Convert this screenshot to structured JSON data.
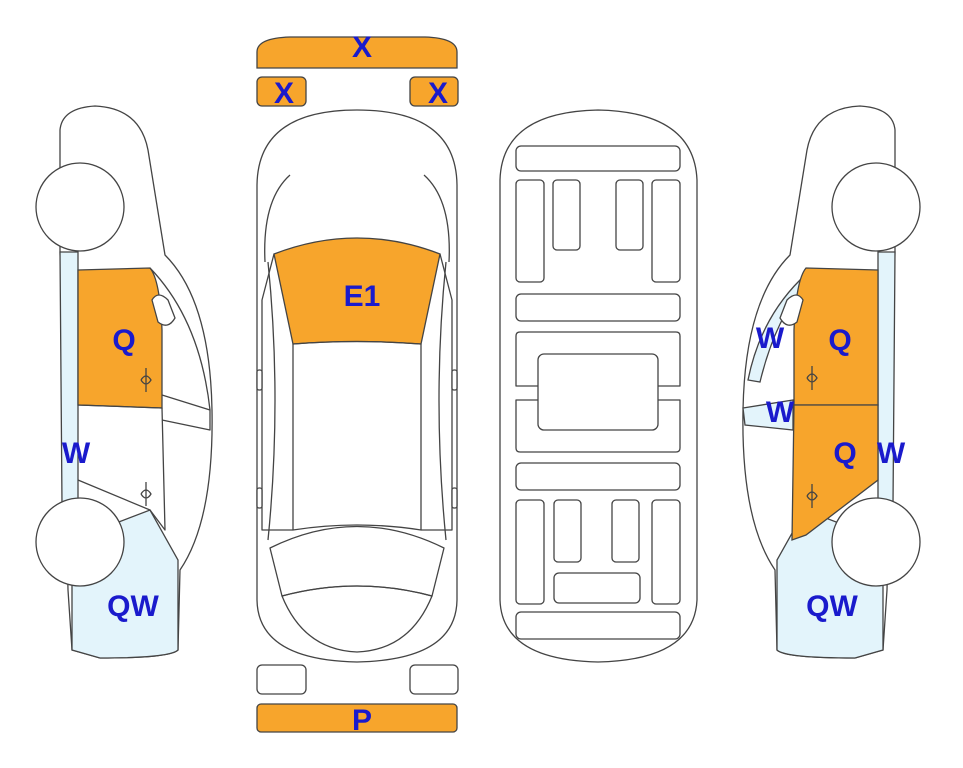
{
  "colors": {
    "damage_orange": "#f7a52c",
    "light_blue_area": "#e3f4fb",
    "label_blue": "#1a1acc",
    "outline": "#444444"
  },
  "labels": {
    "front_bumper": "X",
    "front_light_left": "X",
    "front_light_right": "X",
    "windshield": "E1",
    "rear_bumper": "P",
    "left_front_door": "Q",
    "left_side_area": "W",
    "left_rear_quarter": "QW",
    "right_mirror": "W",
    "right_front_door": "Q",
    "right_window": "W",
    "right_rear_door": "Q",
    "right_side_area": "W",
    "right_rear_quarter": "QW"
  }
}
